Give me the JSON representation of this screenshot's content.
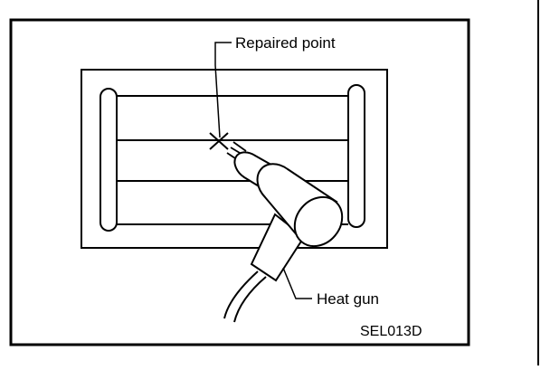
{
  "labels": {
    "repaired_point": "Repaired point",
    "heat_gun": "Heat gun",
    "figure_code": "SEL013D"
  },
  "colors": {
    "ink": "#000000",
    "paper": "#ffffff"
  }
}
